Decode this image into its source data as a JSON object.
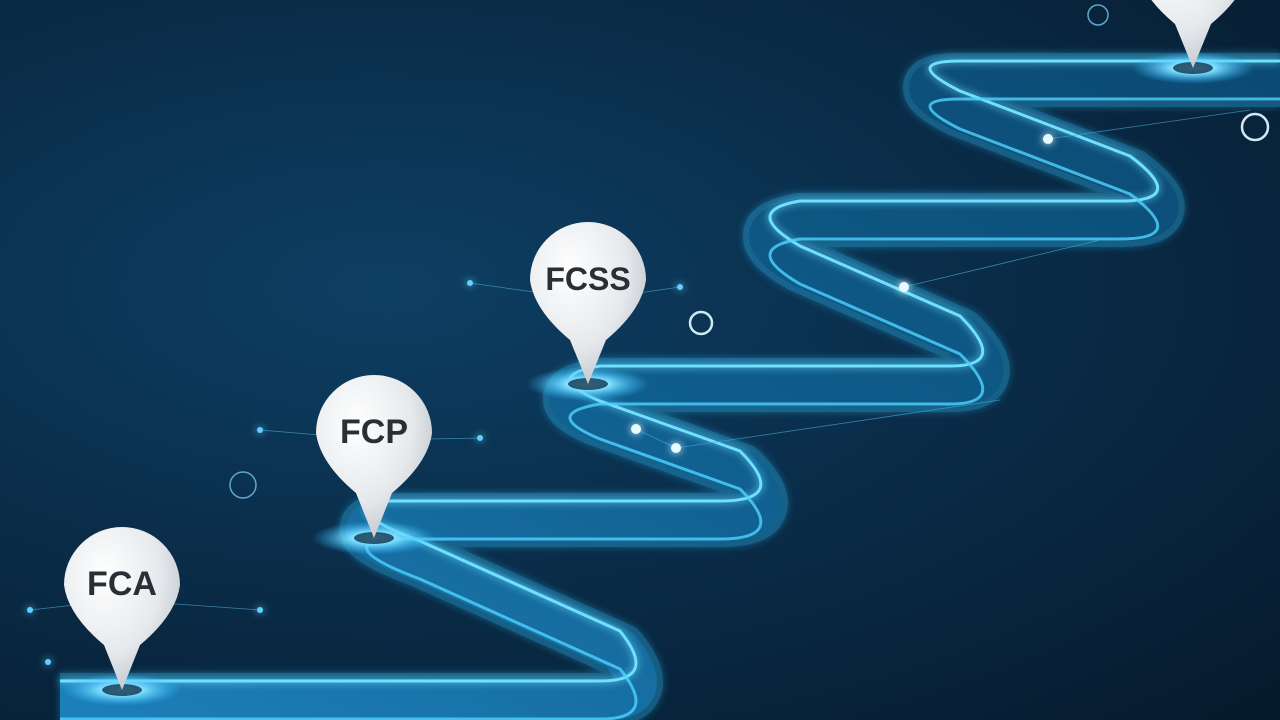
{
  "milestones": [
    {
      "label": "FCA"
    },
    {
      "label": "FCP"
    },
    {
      "label": "FCSS"
    },
    {
      "label": ""
    }
  ],
  "colors": {
    "background": "#0a2d4a",
    "path_glow": "#35c8ff",
    "path_fill": "#0f6a9a",
    "pin": "#e9ecef"
  }
}
